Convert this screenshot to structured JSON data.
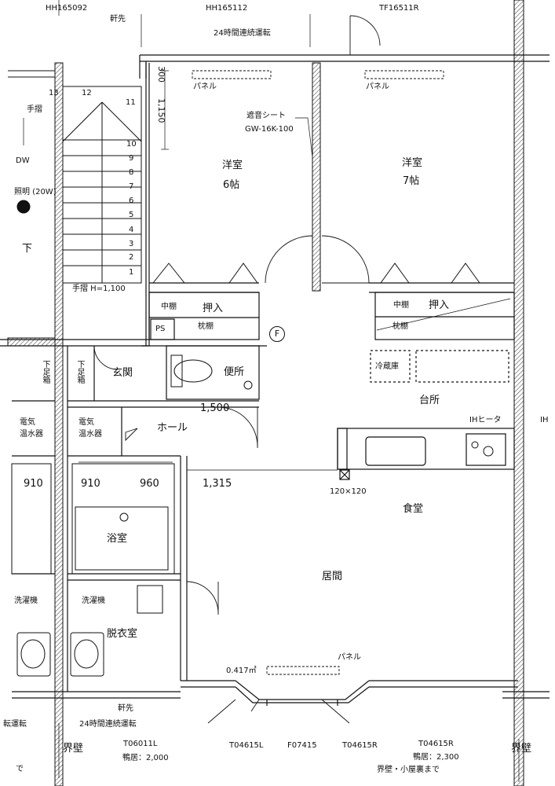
{
  "header": {
    "code_left": "HH165092",
    "eaves_top": "軒先",
    "code_mid": "HH165112",
    "code_right": "TF16511R",
    "vent_top": "24時間連続運転"
  },
  "rooms": {
    "western_room_1": "洋室",
    "western_room_1_size": "6帖",
    "western_room_2": "洋室",
    "western_room_2_size": "7帖",
    "closet_1": "押入",
    "closet_2": "押入",
    "mid_shelf_1": "中棚",
    "mid_shelf_2": "中棚",
    "pillow_shelf_1": "枕棚",
    "pillow_shelf_2": "枕棚",
    "ps": "PS",
    "entrance": "玄関",
    "toilet": "便所",
    "hall": "ホール",
    "kitchen": "台所",
    "dining": "食堂",
    "living": "居間",
    "bath": "浴室",
    "dressing": "脱衣室",
    "stair_down": "下",
    "shoe_box_1": "下足箱",
    "shoe_box_2": "下足箱",
    "water_heater_1": "電気\n温水器",
    "water_heater_2": "電気\n温水器",
    "washer_1": "洗濯機",
    "washer_2": "洗濯機",
    "fridge": "冷蔵庫",
    "ih_heater": "IHヒータ",
    "ih_heater_edge": "IH"
  },
  "annotations": {
    "panel_1": "パネル",
    "panel_2": "パネル",
    "panel_3": "パネル",
    "soundproof_sheet": "遮音シート",
    "soundproof_spec": "GW-16K-100",
    "handrail_1": "手摺",
    "handrail_2": "手摺 H=1,100",
    "dw": "DW",
    "lighting": "照明 (20W)",
    "post_size": "120×120",
    "area": "0.417㎡",
    "circle_f": "F",
    "vent_bottom": "24時間連続運転",
    "vent_bottom_left": "転運転",
    "eaves_bottom": "軒先",
    "boundary_wall_1": "界壁",
    "boundary_wall_2": "界壁",
    "boundary_wall_attic": "界壁・小屋裏まで"
  },
  "dimensions": {
    "d300": "300",
    "d1150": "1,150",
    "d1500": "1,500",
    "d1315": "1,315",
    "d910_left": "910",
    "d910": "910",
    "d960": "960"
  },
  "stairs": {
    "steps": [
      "1",
      "2",
      "3",
      "4",
      "5",
      "6",
      "7",
      "8",
      "9",
      "10",
      "11",
      "12",
      "13"
    ]
  },
  "footer": {
    "code_t06011l": "T06011L",
    "lintel_2000": "鴨居：2,000",
    "code_t04615l": "T04615L",
    "code_f07415": "F07415",
    "code_t04615r_1": "T04615R",
    "code_t04615r_2": "T04615R",
    "lintel_2300": "鴨居：2,300",
    "fragment_de": "で"
  }
}
